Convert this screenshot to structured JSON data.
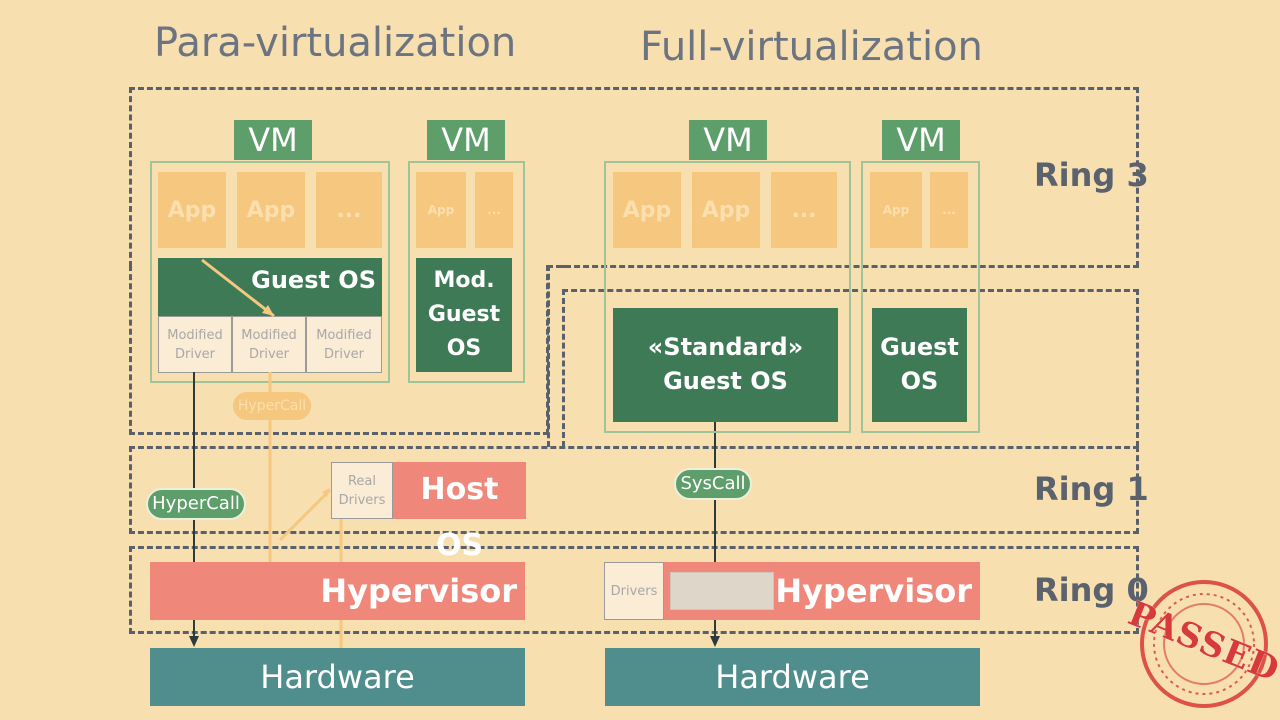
{
  "titles": {
    "left": "Para-virtualization",
    "right": "Full-virtualization"
  },
  "rings": {
    "ring3": "Ring 3",
    "ring1": "Ring 1",
    "ring0": "Ring 0"
  },
  "para": {
    "vm1": {
      "label": "VM",
      "apps": [
        "App",
        "App",
        "..."
      ],
      "guest_os": "Guest OS",
      "drivers": [
        "Modified\nDriver",
        "Modified\nDriver",
        "Modified\nDriver"
      ]
    },
    "vm2": {
      "label": "VM",
      "apps": [
        "App",
        "..."
      ],
      "guest_os": "Mod.\nGuest\nOS"
    },
    "faded_pill": "HyperCall",
    "hypercall": "HyperCall",
    "real_drivers": "Real\nDrivers",
    "host_os": "Host OS",
    "hypervisor": "Hypervisor",
    "hardware": "Hardware"
  },
  "full": {
    "vm1": {
      "label": "VM",
      "apps": [
        "App",
        "App",
        "..."
      ],
      "guest_os": "«Standard»\nGuest OS"
    },
    "vm2": {
      "label": "VM",
      "apps": [
        "App",
        "..."
      ],
      "guest_os": "Guest\nOS"
    },
    "syscall": "SysCall",
    "drivers": "Drivers",
    "hypervisor": "Hypervisor",
    "hardware": "Hardware"
  },
  "stamp": {
    "text": "PASSED"
  },
  "colors": {
    "background": "#f8dfb0",
    "vm_green": "#5e9e6a",
    "os_dark_green": "#3e7a56",
    "app_orange": "#f5c77f",
    "hypervisor_red": "#ef877a",
    "hardware_teal": "#4f8e8c",
    "stamp_red": "#d73a3a",
    "dash_gray": "#58616c"
  }
}
